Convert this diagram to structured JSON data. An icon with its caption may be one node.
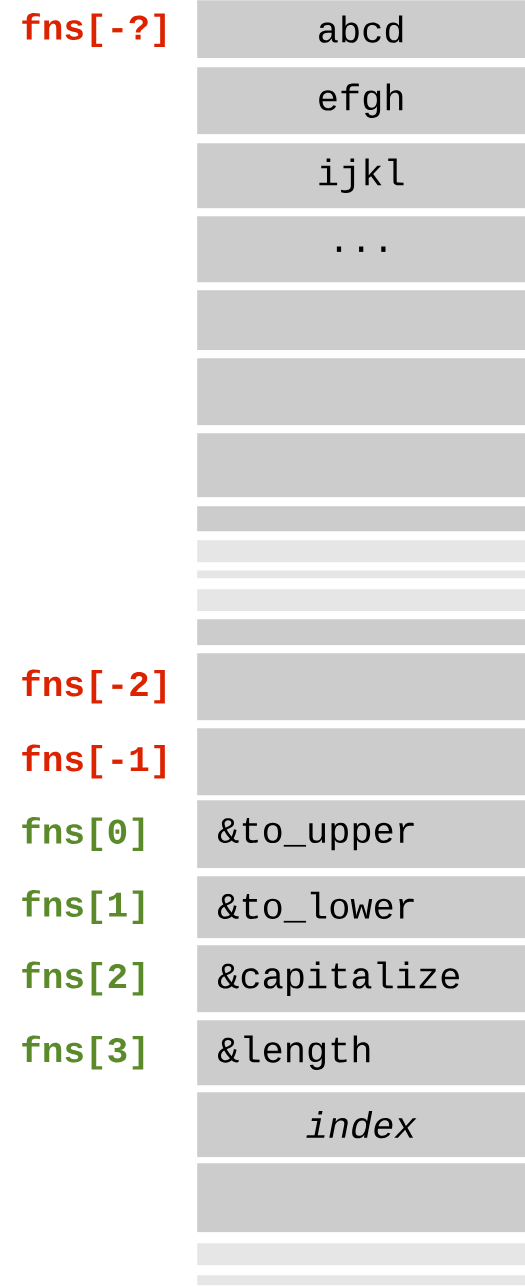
{
  "diagram": {
    "nodes": [
      {
        "text": [
          "abcd"
        ],
        "beside": [
          "fns[-?]"
        ]
      },
      {
        "text": [
          "efgh"
        ]
      },
      {
        "text": [
          "ijkl"
        ]
      },
      {
        "text": [
          "..."
        ]
      },
      {
        "text": [],
        "shape": "bar"
      },
      {
        "text": [],
        "shape": "bar"
      },
      {
        "text": [],
        "shape": "bar"
      },
      {
        "text": [],
        "shape": "bar"
      },
      {
        "text": [],
        "shape": "bar"
      },
      {
        "text": [],
        "shape": "bar"
      },
      {
        "text": [],
        "shape": "bar"
      },
      {
        "text": [],
        "shape": "bar"
      },
      {
        "text": [],
        "shape": "bar",
        "beside": [
          "fns[-2]"
        ]
      },
      {
        "text": [],
        "shape": "bar",
        "beside": [
          "fns[-1]"
        ]
      },
      {
        "text": [
          "&to_upper"
        ],
        "beside": [
          "fns[0]"
        ]
      },
      {
        "text": [
          "&to_lower"
        ],
        "beside": [
          "fns[1]"
        ]
      },
      {
        "text": [
          "&capitalize"
        ],
        "beside": [
          "fns[2]"
        ]
      },
      {
        "text": [
          "&length"
        ],
        "beside": [
          "fns[3]"
        ]
      },
      {
        "text": [
          "index"
        ]
      },
      {
        "text": [],
        "shape": "bar"
      },
      {
        "text": [],
        "shape": "bar"
      },
      {
        "text": [],
        "shape": "bar"
      }
    ]
  }
}
